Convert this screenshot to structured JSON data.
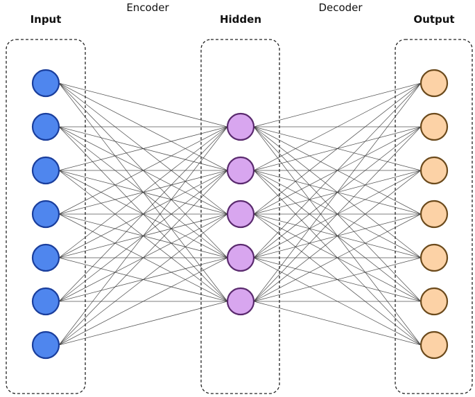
{
  "labels": {
    "input": "Input",
    "encoder": "Encoder",
    "hidden": "Hidden",
    "decoder": "Decoder",
    "output": "Output"
  },
  "layers": [
    {
      "id": "input",
      "count": 7,
      "fill": "#4f86ee",
      "stroke": "#1a3e9c"
    },
    {
      "id": "hidden",
      "count": 5,
      "fill": "#d8a6ef",
      "stroke": "#5a2a6e"
    },
    {
      "id": "output",
      "count": 7,
      "fill": "#fcd2a6",
      "stroke": "#6b4a1c"
    }
  ],
  "connectivity": "fully-connected"
}
